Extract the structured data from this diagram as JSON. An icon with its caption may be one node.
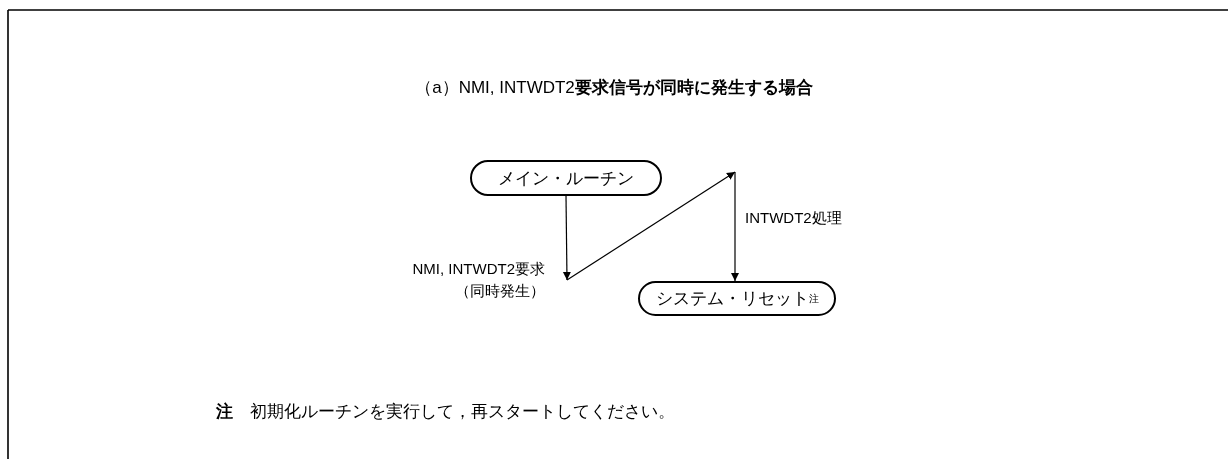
{
  "diagram": {
    "title": "（a）NMI, INTWDT2**要求信号が同時に発生する場合**",
    "nodes": [
      {
        "text": [
          "メイン・ルーチン"
        ]
      },
      {
        "text": [
          "NMI, INTWDT2要求",
          "（同時発生）"
        ]
      },
      {
        "text": [
          "システム・リセット$^{注}$"
        ]
      }
    ],
    "edges": [
      {
        "from": 0,
        "to": 1,
        "arrow": "to"
      },
      {
        "from": 1,
        "to": null,
        "arrow": "to"
      },
      {
        "from": null,
        "to": 2,
        "arrow": "to",
        "label": "INTWDT2処理"
      }
    ],
    "labels": [
      "**注**　初期化ルーチンを実行して，再スタートしてください。"
    ]
  }
}
